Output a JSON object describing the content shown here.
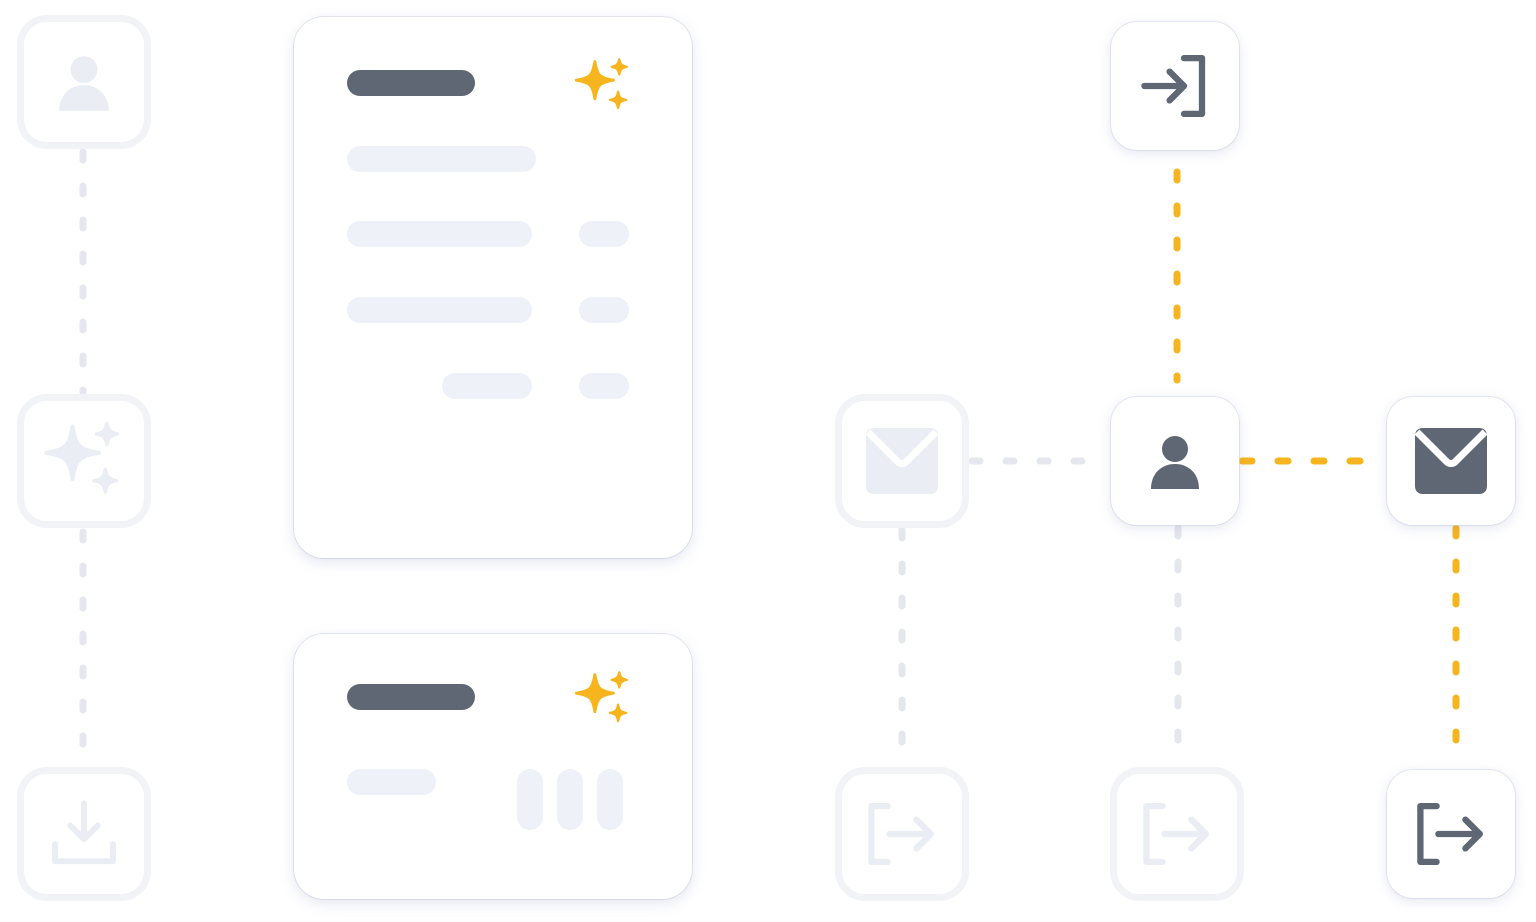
{
  "colors": {
    "accent": "#f6b51f",
    "icon_dark": "#5f6774",
    "icon_light": "#eaedf3",
    "ghost_border": "#f1f3f7",
    "placeholder": "#eef1f7",
    "connector_gray": "#e4e7ee"
  },
  "nodes": [
    {
      "id": "user-left",
      "icon": "user-icon",
      "state": "inactive"
    },
    {
      "id": "sparkle-left",
      "icon": "sparkle-icon",
      "state": "inactive"
    },
    {
      "id": "download-left",
      "icon": "download-icon",
      "state": "inactive"
    },
    {
      "id": "login-top",
      "icon": "login-icon",
      "state": "active"
    },
    {
      "id": "mail-left",
      "icon": "mail-icon",
      "state": "inactive"
    },
    {
      "id": "user-center",
      "icon": "user-icon",
      "state": "active"
    },
    {
      "id": "mail-right",
      "icon": "mail-icon",
      "state": "active"
    },
    {
      "id": "logout-1",
      "icon": "logout-icon",
      "state": "inactive"
    },
    {
      "id": "logout-2",
      "icon": "logout-icon",
      "state": "inactive"
    },
    {
      "id": "logout-3",
      "icon": "logout-icon",
      "state": "active"
    }
  ],
  "cards": [
    {
      "id": "summary-card",
      "icon": "sparkle-icon",
      "content": "placeholder-lines"
    },
    {
      "id": "mini-card",
      "icon": "sparkle-icon",
      "content": "placeholder-bars"
    }
  ],
  "connections": [
    {
      "from": "user-left",
      "to": "sparkle-left",
      "style": "gray"
    },
    {
      "from": "sparkle-left",
      "to": "download-left",
      "style": "gray"
    },
    {
      "from": "login-top",
      "to": "user-center",
      "style": "accent"
    },
    {
      "from": "mail-left",
      "to": "user-center",
      "style": "gray"
    },
    {
      "from": "user-center",
      "to": "mail-right",
      "style": "accent"
    },
    {
      "from": "mail-left",
      "to": "logout-1",
      "style": "gray"
    },
    {
      "from": "user-center",
      "to": "logout-2",
      "style": "gray"
    },
    {
      "from": "mail-right",
      "to": "logout-3",
      "style": "accent"
    }
  ]
}
